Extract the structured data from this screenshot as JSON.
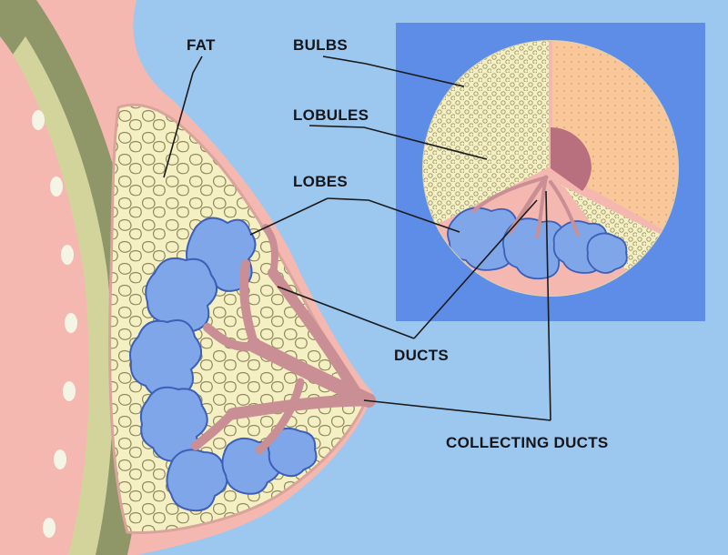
{
  "labels": {
    "fat": "FAT",
    "bulbs": "BULBS",
    "lobules": "LOBULES",
    "lobes": "LOBES",
    "ducts": "DUCTS",
    "collecting_ducts": "COLLECTING DUCTS"
  },
  "colors": {
    "background": "#9cc7ef",
    "skin": "#f4b8b0",
    "fat": "#f5f0c4",
    "fat_outline": "#8f8a5c",
    "lobe": "#7ea6e8",
    "lobe_outline": "#3d5fb8",
    "duct": "#c98f95",
    "inset_square": "#5d8de6",
    "chest_wall": "#8f9668",
    "areola": "#b86f7e"
  }
}
